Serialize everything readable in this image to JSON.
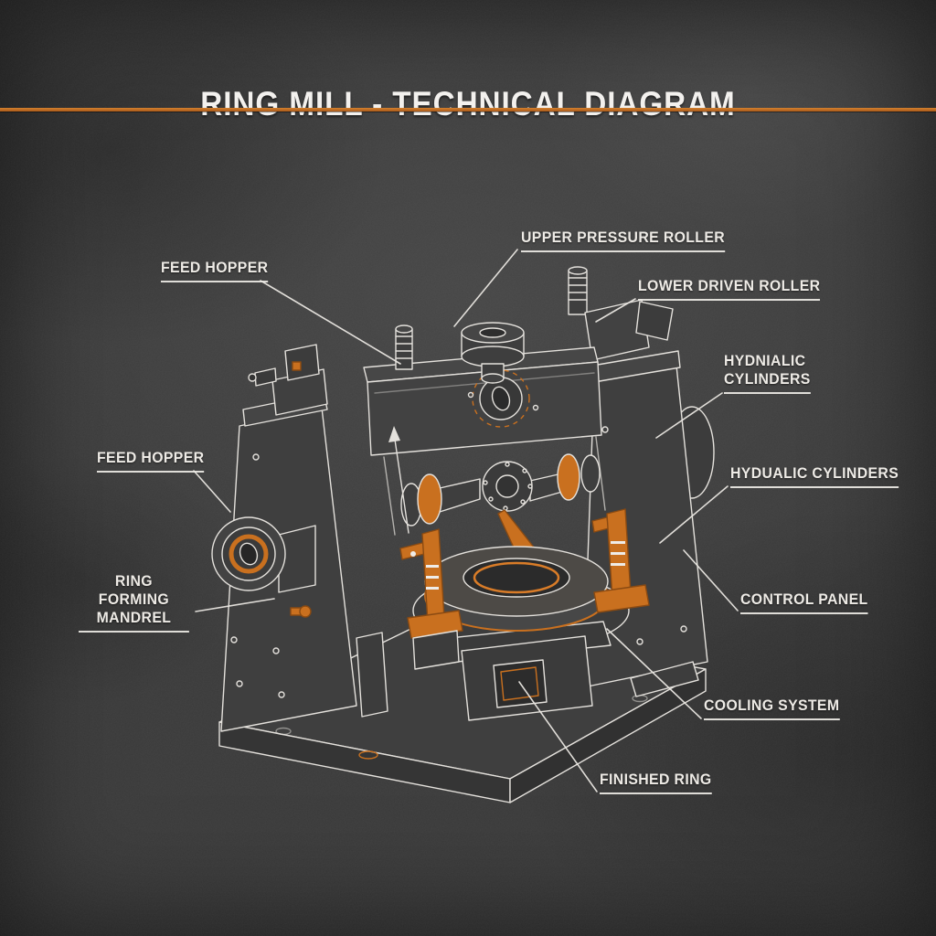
{
  "page": {
    "title": "RING MILL - TECHNICAL DIAGRAM"
  },
  "colors": {
    "accent_orange": "#c9701f",
    "line_white": "#e9e6e1",
    "background": "#3a3a3a"
  },
  "labels": [
    {
      "id": "upper-pressure-roller",
      "text": "UPPER PRESSURE ROLLER"
    },
    {
      "id": "feed-hopper-top",
      "text": "FEED HOPPER"
    },
    {
      "id": "lower-driven-roller",
      "text": "LOWER DRIVEN ROLLER"
    },
    {
      "id": "hydnialic-cylinders",
      "text": "HYDNIALIC\nCYLINDERS"
    },
    {
      "id": "feed-hopper-left",
      "text": "FEED HOPPER"
    },
    {
      "id": "hydualic-cylinders",
      "text": "HYDUALIC CYLINDERS"
    },
    {
      "id": "ring-forming-mandrel",
      "text": "RING FORMING\nMANDREL"
    },
    {
      "id": "control-panel",
      "text": "CONTROL PANEL"
    },
    {
      "id": "cooling-system",
      "text": "COOLING SYSTEM"
    },
    {
      "id": "finished-ring",
      "text": "FINISHED RING"
    }
  ]
}
